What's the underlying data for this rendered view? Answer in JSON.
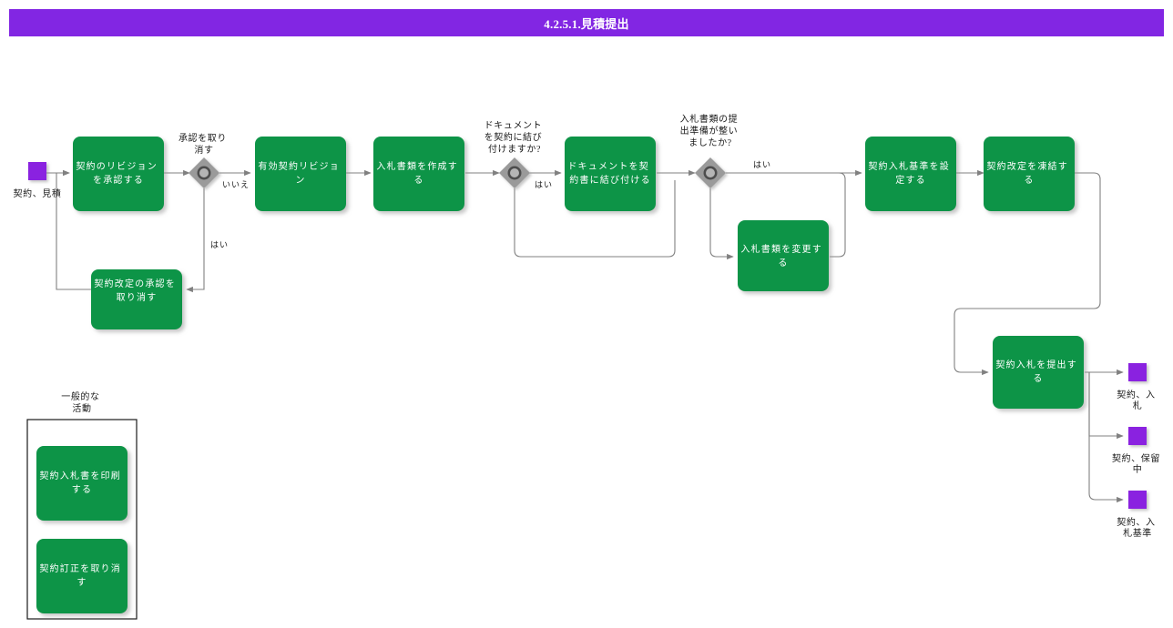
{
  "header": {
    "title": "4.2.5.1.見積提出",
    "bar_color": "#8226e3"
  },
  "palette": {
    "task_green": "#0d9447",
    "terminator_purple": "#8a22e0",
    "decision_gray": "#9a9a9a",
    "line_gray": "#808080",
    "text_white": "#ffffff",
    "text_black": "#1a1a1a",
    "background": "#ffffff"
  },
  "diagram": {
    "type": "flowchart",
    "start_nodes": [
      {
        "id": "start1",
        "label": "契約、見積",
        "shape": "terminator"
      }
    ],
    "tasks": [
      {
        "id": "t1",
        "label_lines": [
          "契約のリビジョン",
          "を承認する"
        ]
      },
      {
        "id": "t2",
        "label_lines": [
          "契約改定の承認を",
          "取り消す"
        ]
      },
      {
        "id": "t3",
        "label_lines": [
          "有効契約リビジョ",
          "ン"
        ]
      },
      {
        "id": "t4",
        "label_lines": [
          "入札書類を作成す",
          "る"
        ]
      },
      {
        "id": "t5",
        "label_lines": [
          "ドキュメントを契",
          "約書に結び付ける"
        ]
      },
      {
        "id": "t6",
        "label_lines": [
          "入札書類を変更す",
          "る"
        ]
      },
      {
        "id": "t7",
        "label_lines": [
          "契約入札基準を設",
          "定する"
        ]
      },
      {
        "id": "t8",
        "label_lines": [
          "契約改定を凍結す",
          "る"
        ]
      },
      {
        "id": "t9",
        "label_lines": [
          "契約入札を提出す",
          "る"
        ]
      }
    ],
    "decisions": [
      {
        "id": "d1",
        "label_lines": [
          "承認を取り",
          "消す"
        ]
      },
      {
        "id": "d2",
        "label_lines": [
          "ドキュメント",
          "を契約に結び",
          "付けますか?"
        ]
      },
      {
        "id": "d3",
        "label_lines": [
          "入札書類の提",
          "出準備が整い",
          "ましたか?"
        ]
      }
    ],
    "edge_labels": [
      {
        "id": "e1",
        "text": "いいえ"
      },
      {
        "id": "e2",
        "text": "はい"
      },
      {
        "id": "e3",
        "text": "はい"
      },
      {
        "id": "e4",
        "text": "はい"
      }
    ],
    "end_nodes": [
      {
        "id": "end1",
        "label_lines": [
          "契約、入",
          "札"
        ],
        "shape": "terminator"
      },
      {
        "id": "end2",
        "label_lines": [
          "契約、保留",
          "中"
        ],
        "shape": "terminator"
      },
      {
        "id": "end3",
        "label_lines": [
          "契約、入",
          "札基準"
        ],
        "shape": "terminator"
      }
    ],
    "group": {
      "title_lines": [
        "一般的な",
        "活動"
      ],
      "tasks": [
        {
          "id": "g1",
          "label_lines": [
            "契約入札書を印刷",
            "する"
          ]
        },
        {
          "id": "g2",
          "label_lines": [
            "契約訂正を取り消",
            "す"
          ]
        }
      ]
    }
  }
}
